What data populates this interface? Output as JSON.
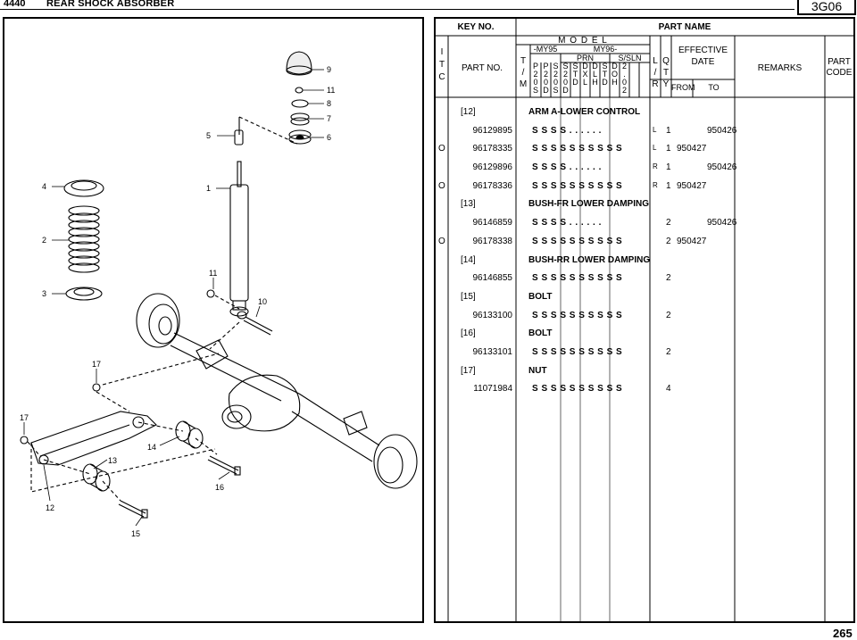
{
  "header": {
    "section_code": "4440",
    "title": "REAR SHOCK ABSORBER",
    "page_id": "3G06"
  },
  "page_number": "265",
  "diagram": {
    "callouts": [
      "9",
      "11",
      "8",
      "7",
      "6",
      "5",
      "1",
      "4",
      "2",
      "3",
      "11",
      "10",
      "17",
      "17",
      "14",
      "13",
      "12",
      "16",
      "15"
    ]
  },
  "table": {
    "headers": {
      "key_no": "KEY NO.",
      "part_name": "PART NAME",
      "itc": [
        "I",
        "T",
        "C"
      ],
      "part_no": "PART NO.",
      "tm": [
        "T",
        "/",
        "M"
      ],
      "model": "M O D E L",
      "my95": "-MY95",
      "my96": "MY96-",
      "prn": "PRN",
      "ssln": "S/SLN",
      "model_cols": [
        [
          "P",
          "2",
          "0",
          "S"
        ],
        [
          "P",
          "2",
          "0",
          "D"
        ],
        [
          "S",
          "2",
          "0",
          "S"
        ],
        [
          "S",
          "2",
          "0",
          "D"
        ],
        [
          "S",
          "T",
          "D"
        ],
        [
          "D",
          "X",
          "L"
        ],
        [
          "D",
          "L",
          "H"
        ],
        [
          "S",
          "T",
          "D"
        ],
        [
          "D",
          "O",
          "H"
        ],
        [
          "2",
          ".",
          "0",
          "2"
        ]
      ],
      "lr": [
        "L",
        "/",
        "R"
      ],
      "qty": [
        "Q",
        "T",
        "Y"
      ],
      "effective_date": [
        "EFFECTIVE",
        "DATE"
      ],
      "from": "FROM",
      "to": "TO",
      "remarks": "REMARKS",
      "part_code": [
        "PART",
        "CODE"
      ]
    },
    "rows": [
      {
        "type": "group",
        "key": "[12]",
        "name": "ARM A-LOWER CONTROL"
      },
      {
        "type": "part",
        "itc": "",
        "part_no": "96129895",
        "models": "S S S S  .  .  .  .  .  .",
        "lr": "L",
        "qty": "1",
        "from": "",
        "to": "950426"
      },
      {
        "type": "part",
        "itc": "O",
        "part_no": "96178335",
        "models": "S S S S  S S S  S S S",
        "lr": "L",
        "qty": "1",
        "from": "950427",
        "to": ""
      },
      {
        "type": "part",
        "itc": "",
        "part_no": "96129896",
        "models": "S S S S  .  .  .  .  .  .",
        "lr": "R",
        "qty": "1",
        "from": "",
        "to": "950426"
      },
      {
        "type": "part",
        "itc": "O",
        "part_no": "96178336",
        "models": "S S S S  S S S  S S S",
        "lr": "R",
        "qty": "1",
        "from": "950427",
        "to": ""
      },
      {
        "type": "group",
        "key": "[13]",
        "name": "BUSH-FR LOWER DAMPING"
      },
      {
        "type": "part",
        "itc": "",
        "part_no": "96146859",
        "models": "S S S S  .  .  .  .  .  .",
        "lr": "",
        "qty": "2",
        "from": "",
        "to": "950426"
      },
      {
        "type": "part",
        "itc": "O",
        "part_no": "96178338",
        "models": "S S S S  S S S  S S S",
        "lr": "",
        "qty": "2",
        "from": "950427",
        "to": ""
      },
      {
        "type": "group",
        "key": "[14]",
        "name": "BUSH-RR LOWER DAMPING"
      },
      {
        "type": "part",
        "itc": "",
        "part_no": "96146855",
        "models": "S S S S  S S S  S S S",
        "lr": "",
        "qty": "2",
        "from": "",
        "to": ""
      },
      {
        "type": "group",
        "key": "[15]",
        "name": "BOLT"
      },
      {
        "type": "part",
        "itc": "",
        "part_no": "96133100",
        "models": "S S S S  S S S  S S S",
        "lr": "",
        "qty": "2",
        "from": "",
        "to": ""
      },
      {
        "type": "group",
        "key": "[16]",
        "name": "BOLT"
      },
      {
        "type": "part",
        "itc": "",
        "part_no": "96133101",
        "models": "S S S S  S S S  S S S",
        "lr": "",
        "qty": "2",
        "from": "",
        "to": ""
      },
      {
        "type": "group",
        "key": "[17]",
        "name": "NUT"
      },
      {
        "type": "part",
        "itc": "",
        "part_no": "11071984",
        "models": "S S S S  S S S  S S S",
        "lr": "",
        "qty": "4",
        "from": "",
        "to": ""
      }
    ]
  }
}
